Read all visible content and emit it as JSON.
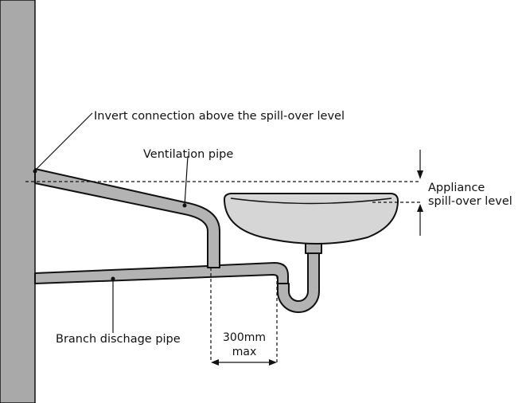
{
  "labels": {
    "invert": "Invert connection above the spill-over level",
    "ventilation": "Ventilation pipe",
    "appliance_line1": "Appliance",
    "appliance_line2": "spill-over level",
    "branch": "Branch dischage pipe",
    "dim_value": "300mm",
    "dim_suffix": "max"
  },
  "colors": {
    "pipe_fill": "#b3b3b3",
    "wall_fill": "#a9a9a9",
    "outline": "#111111",
    "basin_fill": "#d6d6d6"
  }
}
